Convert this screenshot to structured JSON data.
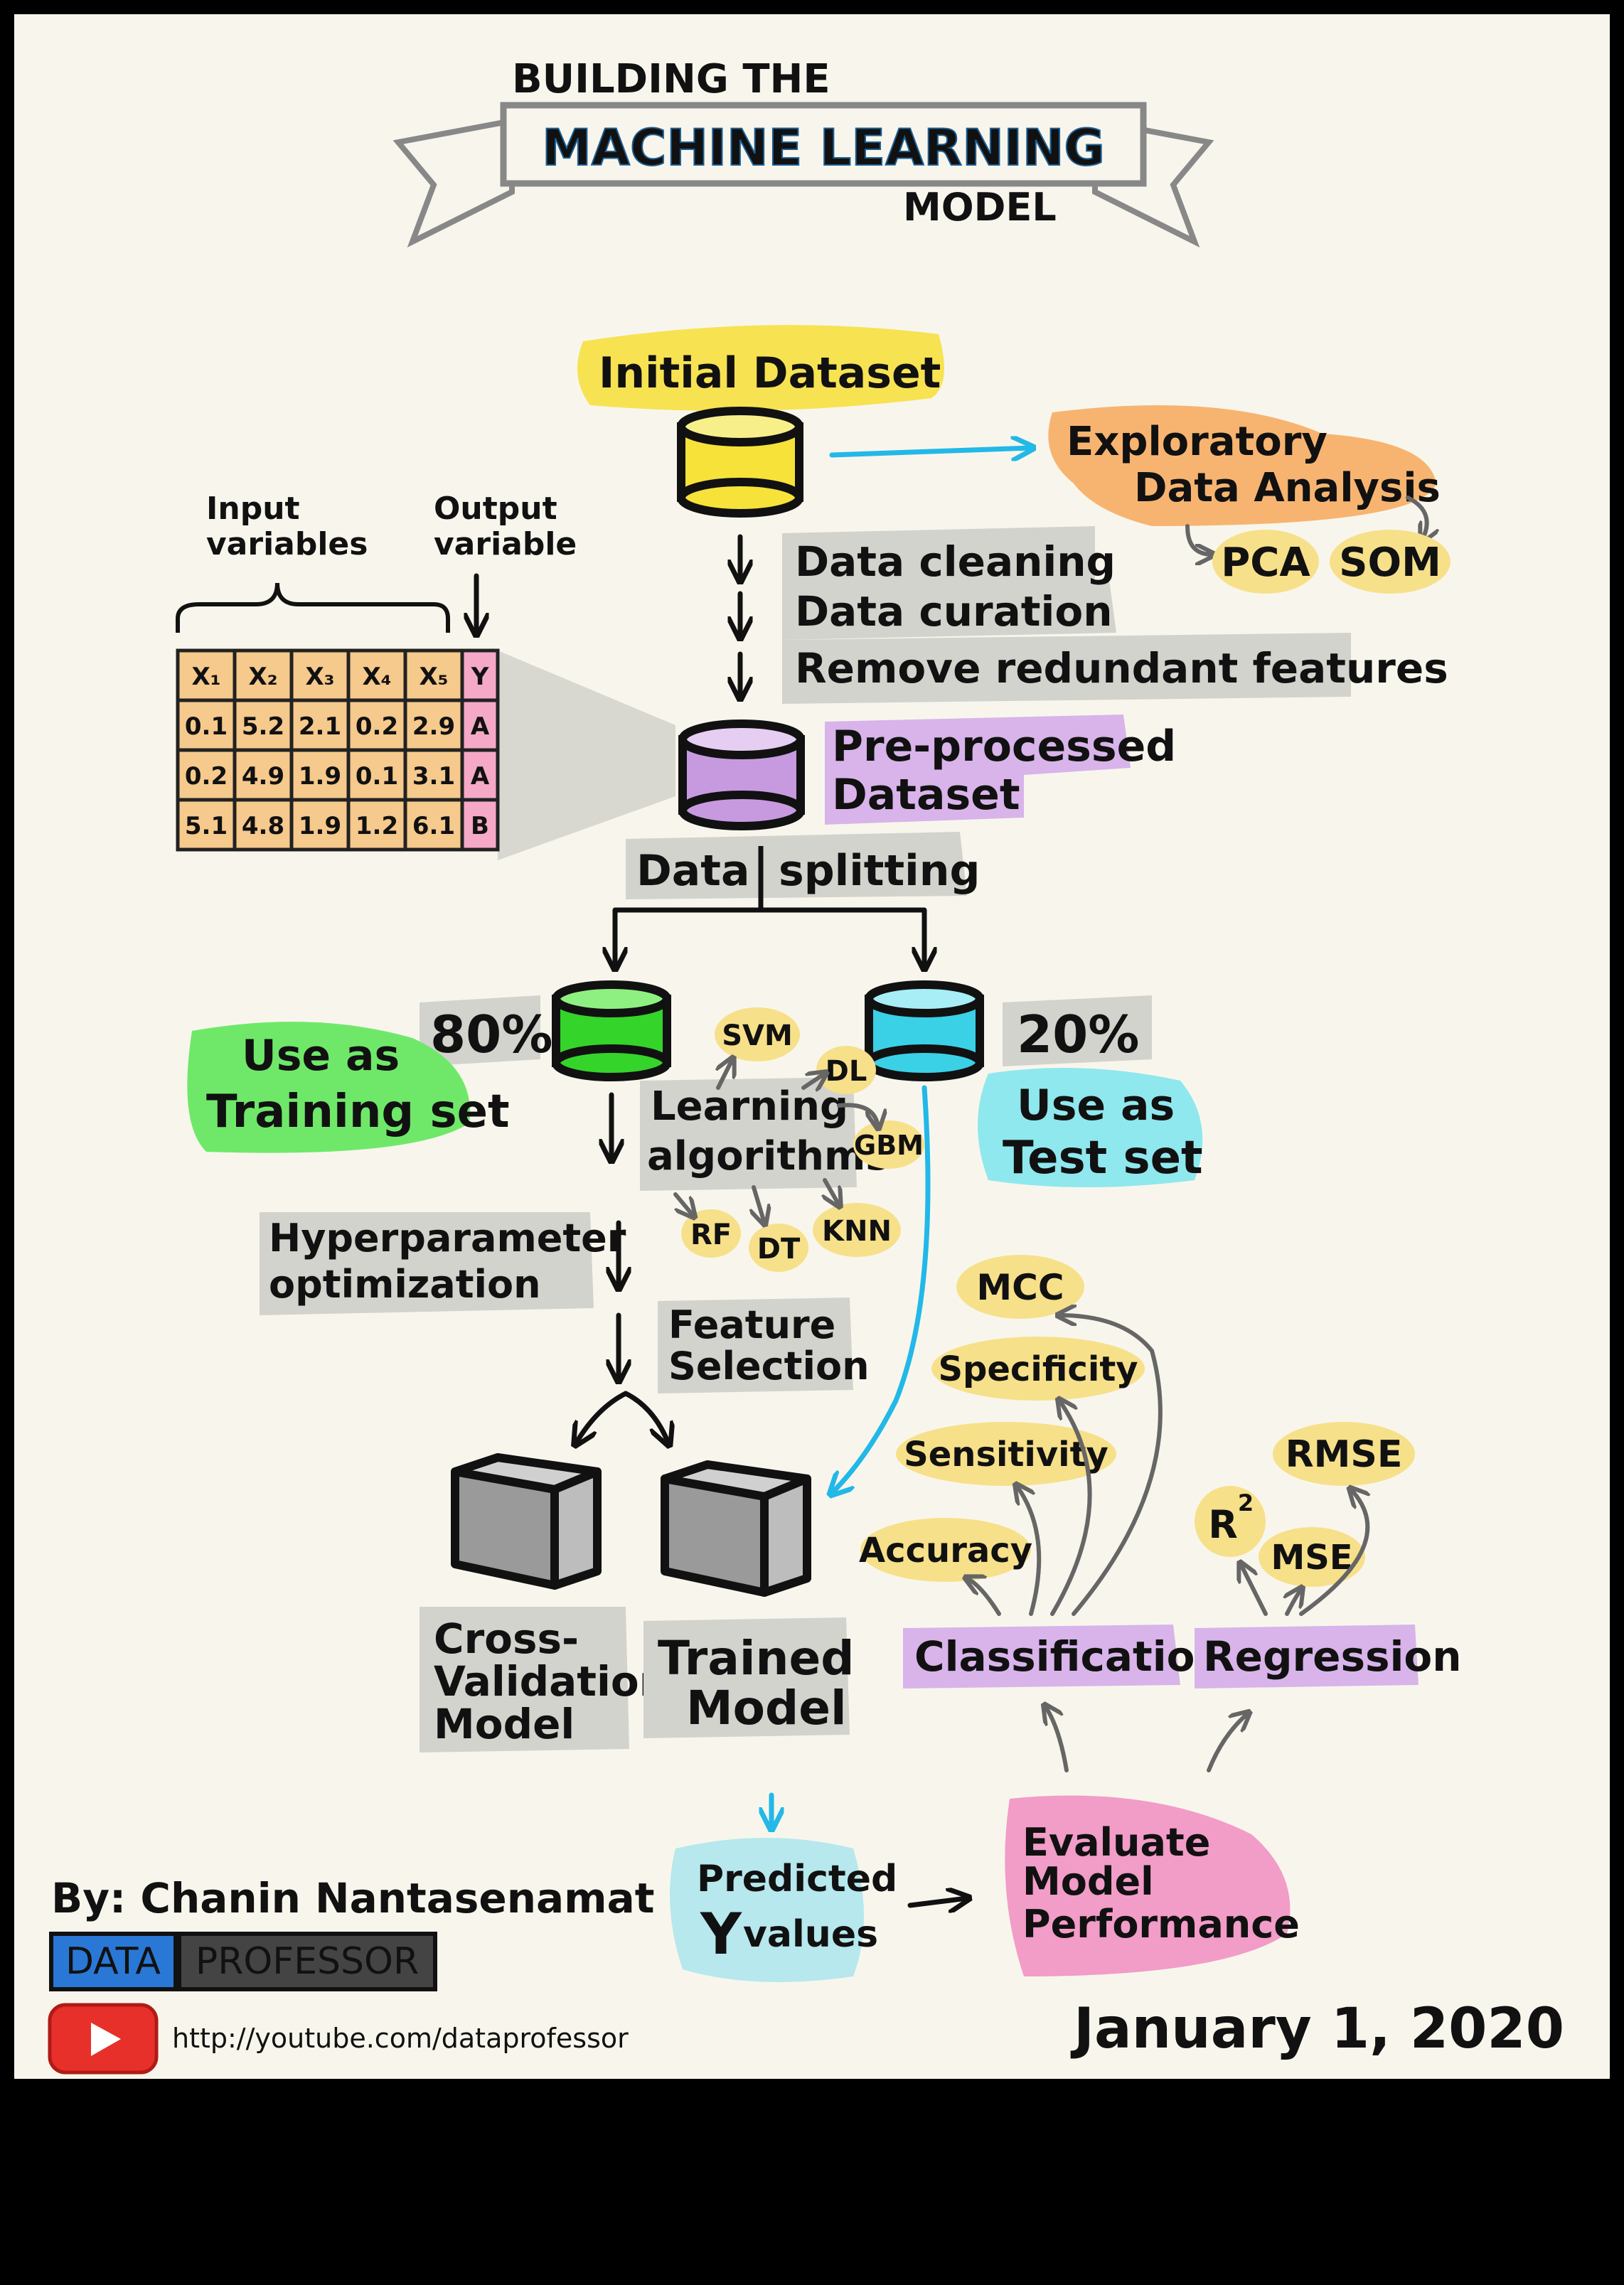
{
  "title": {
    "line1": "BUILDING THE",
    "banner": "MACHINE LEARNING",
    "line3": "MODEL"
  },
  "dataset": {
    "initial": "Initial Dataset",
    "preprocessed_line1": "Pre-processed",
    "preprocessed_line2": "Dataset"
  },
  "eda": {
    "line1": "Exploratory",
    "line2": "Data Analysis",
    "pca": "PCA",
    "som": "SOM"
  },
  "cleaning_steps": [
    "Data cleaning",
    "Data curation",
    "Remove redundant features"
  ],
  "table": {
    "input_label_1": "Input",
    "input_label_2": "variables",
    "output_label_1": "Output",
    "output_label_2": "variable",
    "headers": [
      "X₁",
      "X₂",
      "X₃",
      "X₄",
      "X₅",
      "Y"
    ],
    "rows": [
      [
        "0.1",
        "5.2",
        "2.1",
        "0.2",
        "2.9",
        "A"
      ],
      [
        "0.2",
        "4.9",
        "1.9",
        "0.1",
        "3.1",
        "A"
      ],
      [
        "5.1",
        "4.8",
        "1.9",
        "1.2",
        "6.1",
        "B"
      ]
    ]
  },
  "splitting": {
    "word1": "Data",
    "word2": "splitting",
    "train_pct": "80%",
    "test_pct": "20%",
    "train_label_1": "Use as",
    "train_label_2": "Training set",
    "test_label_1": "Use as",
    "test_label_2": "Test set"
  },
  "algorithms": {
    "label_1": "Learning",
    "label_2": "algorithms",
    "items": [
      "SVM",
      "DL",
      "GBM",
      "KNN",
      "DT",
      "RF"
    ]
  },
  "hyperparameter": {
    "line1": "Hyperparameter",
    "line2": "optimization"
  },
  "feature_selection": {
    "line1": "Feature",
    "line2": "Selection"
  },
  "models": {
    "cv_1": "Cross-",
    "cv_2": "Validation",
    "cv_3": "Model",
    "trained_1": "Trained",
    "trained_2": "Model"
  },
  "predicted": {
    "line1": "Predicted",
    "y": "Y",
    "line2": "values"
  },
  "evaluate": {
    "line1": "Evaluate",
    "line2": "Model",
    "line3": "Performance"
  },
  "classification": {
    "label": "Classification",
    "metrics": [
      "Accuracy",
      "Sensitivity",
      "Specificity",
      "MCC"
    ]
  },
  "regression": {
    "label": "Regression",
    "r2": "R",
    "r2_sup": "2",
    "mse": "MSE",
    "rmse": "RMSE"
  },
  "credits": {
    "by": "By: Chanin Nantasenamat",
    "brand_data": "DATA",
    "brand_professor": "PROFESSOR",
    "url": "http://youtube.com/dataprofessor",
    "date": "January 1, 2020"
  },
  "colors": {
    "yellow": "#f7e04a",
    "orange": "#f7b06a",
    "purple": "#d8b4ea",
    "green": "#6fe86a",
    "cyan": "#8fe8ee",
    "pink": "#f29cc8",
    "gray_blob": "#d3d3cd",
    "banner_blue": "#3a9fe6"
  }
}
